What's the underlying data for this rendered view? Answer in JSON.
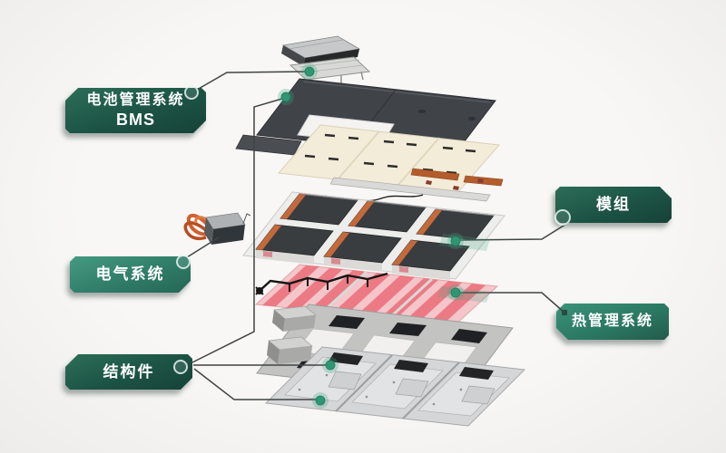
{
  "labels": {
    "bms": {
      "line1": "电池管理系统",
      "line2": "BMS"
    },
    "module": {
      "text": "模组"
    },
    "electrical": {
      "text": "电气系统"
    },
    "thermal": {
      "text": "热管理系统"
    },
    "structural": {
      "text": "结构件"
    }
  },
  "colors": {
    "background": "#f2f1ef",
    "label_dark_green": "#1e5949",
    "label_teal_green": "#2f8874",
    "label_mid_green": "#2b8069",
    "label_text": "#ffffff",
    "connector_line": "#3f4443",
    "marker_green": "#2f9673",
    "top_cover_gray": "#404449",
    "insulation_cream": "#f3ecd9",
    "module_dark": "#3a3d40",
    "cooling_pink": "#f4c6c9",
    "cooling_stripe": "#ec7a84",
    "frame_gray": "#c3c3c1",
    "tray_silver": "#d5d6d8",
    "cable_orange": "#d06030"
  }
}
